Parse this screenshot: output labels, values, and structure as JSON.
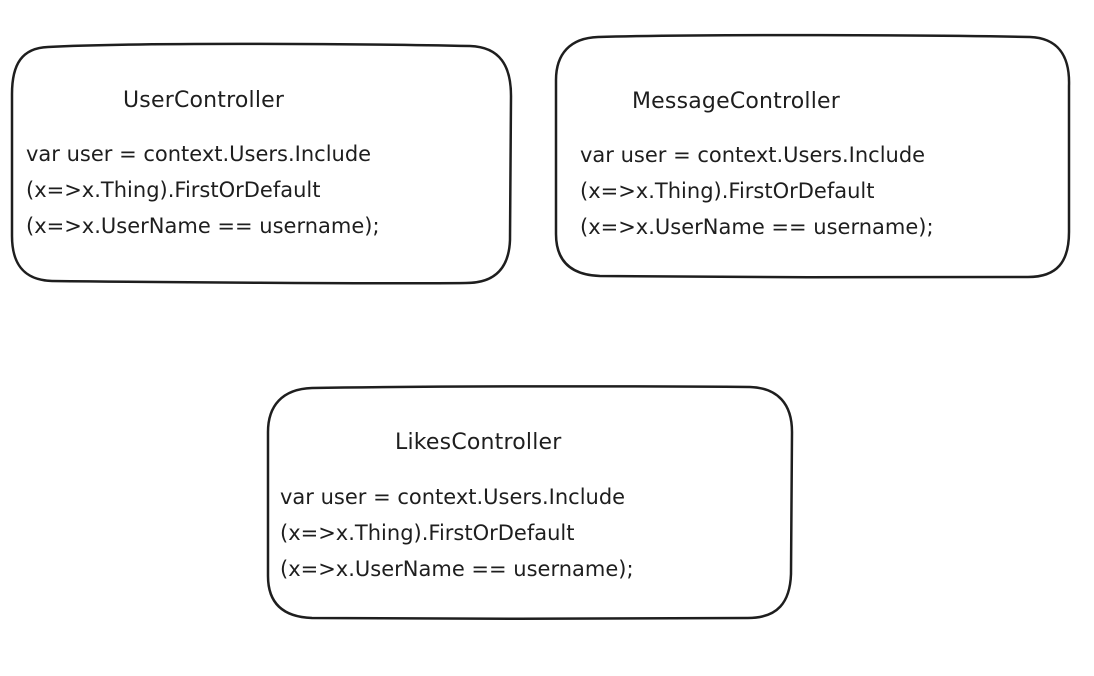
{
  "diagram": {
    "stroke_color": "#1e1e1e",
    "background": "#ffffff",
    "boxes": [
      {
        "title": "UserController",
        "code": [
          "var user = context.Users.Include",
          "(x=>x.Thing).FirstOrDefault",
          "(x=>x.UserName == username);"
        ]
      },
      {
        "title": "MessageController",
        "code": [
          "var user = context.Users.Include",
          "(x=>x.Thing).FirstOrDefault",
          "(x=>x.UserName == username);"
        ]
      },
      {
        "title": "LikesController",
        "code": [
          "var user = context.Users.Include",
          "(x=>x.Thing).FirstOrDefault",
          "(x=>x.UserName == username);"
        ]
      }
    ]
  }
}
